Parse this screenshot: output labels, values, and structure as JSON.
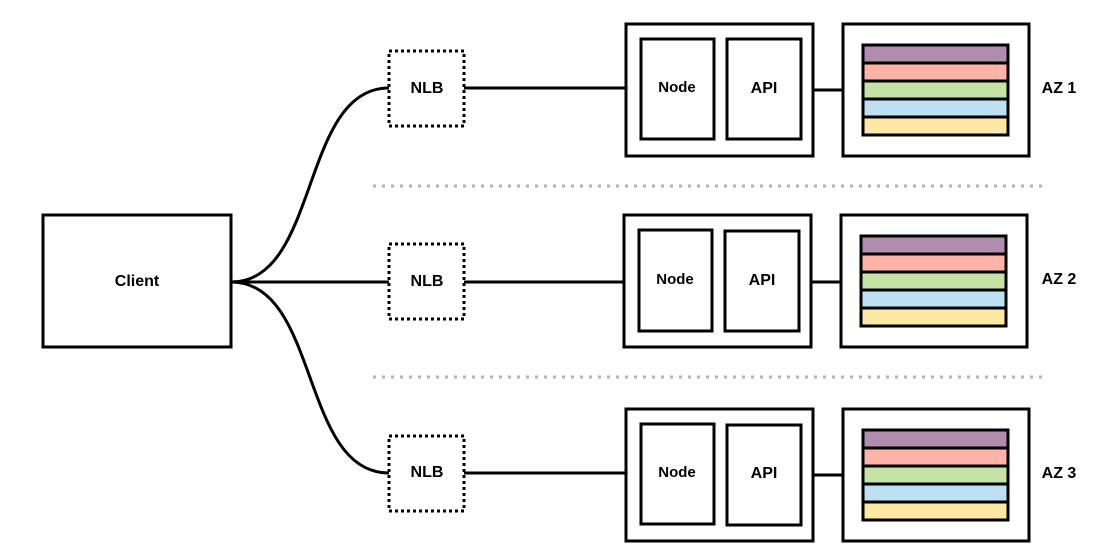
{
  "client": {
    "label": "Client"
  },
  "zones": [
    {
      "az_label": "AZ 1",
      "nlb_label": "NLB",
      "node_label": "Node",
      "api_label": "API"
    },
    {
      "az_label": "AZ 2",
      "nlb_label": "NLB",
      "node_label": "Node",
      "api_label": "API"
    },
    {
      "az_label": "AZ 3",
      "nlb_label": "NLB",
      "node_label": "Node",
      "api_label": "API"
    }
  ],
  "storage_stripe_colors": [
    "#b08dad",
    "#ffb3a7",
    "#c5e3a5",
    "#bde0f3",
    "#fde9a3"
  ],
  "divider_color": "#b3b3b3"
}
